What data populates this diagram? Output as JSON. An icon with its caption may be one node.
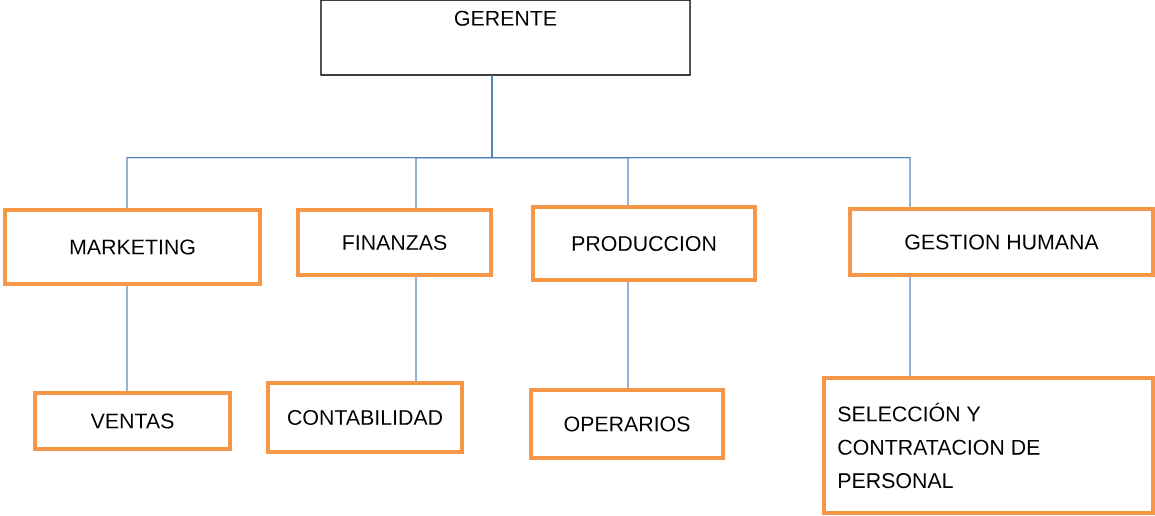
{
  "diagram": {
    "nodes": [
      {
        "text": [
          "GERENTE"
        ]
      },
      {
        "text": [
          "MARKETING"
        ]
      },
      {
        "text": [
          "FINANZAS"
        ]
      },
      {
        "text": [
          "PRODUCCION"
        ]
      },
      {
        "text": [
          "GESTION HUMANA"
        ]
      },
      {
        "text": [
          "VENTAS"
        ]
      },
      {
        "text": [
          "CONTABILIDAD"
        ]
      },
      {
        "text": [
          "OPERARIOS"
        ]
      },
      {
        "text": [
          "SELECCIÓN Y CONTRATACION DE PERSONAL"
        ]
      }
    ],
    "edges": [
      {
        "from": 0,
        "to": 1,
        "arrow": "none"
      },
      {
        "from": 0,
        "to": 2,
        "arrow": "none"
      },
      {
        "from": 0,
        "to": 3,
        "arrow": "none"
      },
      {
        "from": 0,
        "to": 4,
        "arrow": "none"
      },
      {
        "from": 1,
        "to": 5,
        "arrow": "none"
      },
      {
        "from": 2,
        "to": 6,
        "arrow": "none"
      },
      {
        "from": 3,
        "to": 7,
        "arrow": "none"
      },
      {
        "from": 4,
        "to": 8,
        "arrow": "none"
      }
    ]
  }
}
